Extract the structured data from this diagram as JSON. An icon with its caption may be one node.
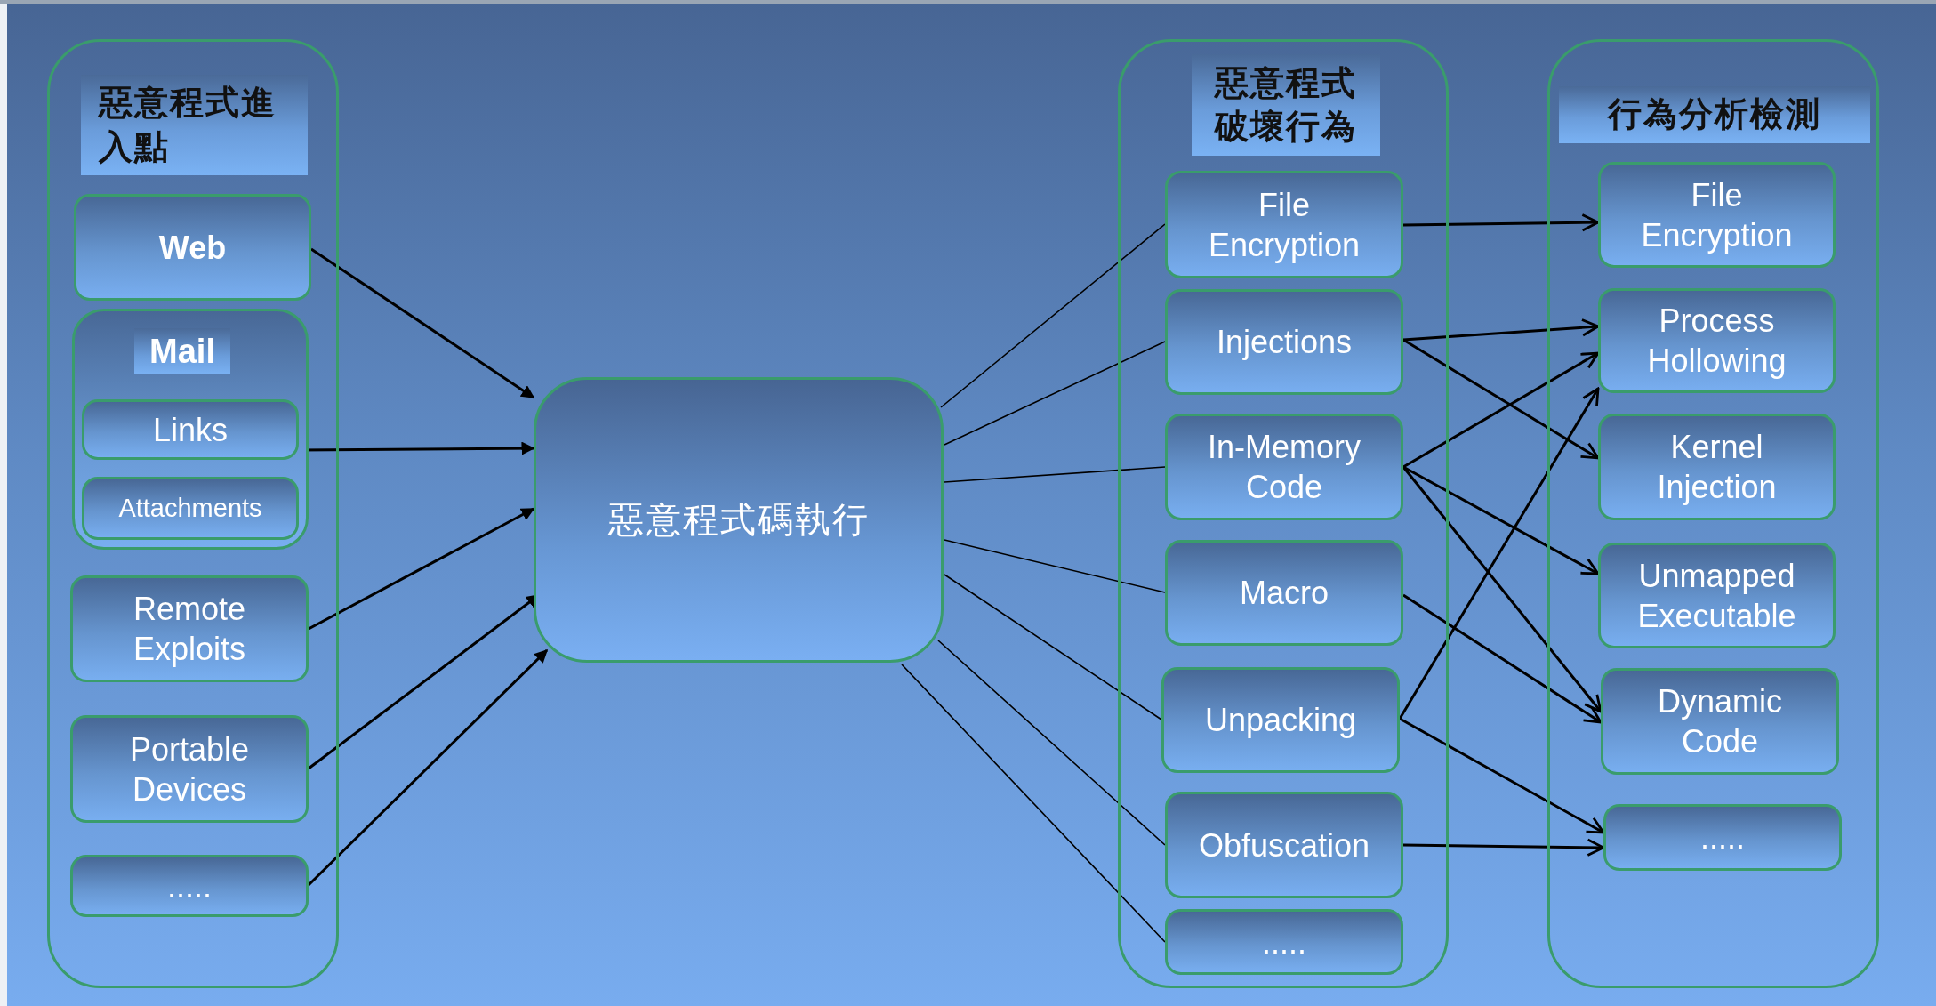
{
  "diagram": {
    "nodes": [
      {
        "text": [
          "惡意程式進入點"
        ]
      },
      {
        "text": [
          "Web"
        ],
        "in": 0
      },
      {
        "text": [
          "Mail"
        ],
        "in": 0
      },
      {
        "text": [
          "Links"
        ],
        "in": 2
      },
      {
        "text": [
          "Attachments"
        ],
        "in": 2
      },
      {
        "text": [
          "Remote Exploits"
        ],
        "in": 0
      },
      {
        "text": [
          "Portable Devices"
        ],
        "in": 0
      },
      {
        "text": [
          "....."
        ],
        "in": 0
      },
      {
        "text": [
          "惡意程式碼執行"
        ]
      },
      {
        "text": [
          "惡意程式破壞行為"
        ]
      },
      {
        "text": [
          "File Encryption"
        ],
        "in": 9
      },
      {
        "text": [
          "Injections"
        ],
        "in": 9
      },
      {
        "text": [
          "In-Memory Code"
        ],
        "in": 9
      },
      {
        "text": [
          "Macro"
        ],
        "in": 9
      },
      {
        "text": [
          "Unpacking"
        ],
        "in": 9
      },
      {
        "text": [
          "Obfuscation"
        ],
        "in": 9
      },
      {
        "text": [
          "....."
        ],
        "in": 9
      },
      {
        "text": [
          "行為分析檢測"
        ]
      },
      {
        "text": [
          "File Encryption"
        ],
        "in": 17
      },
      {
        "text": [
          "Process Hollowing"
        ],
        "in": 17
      },
      {
        "text": [
          "Kernel Injection"
        ],
        "in": 17
      },
      {
        "text": [
          "Unmapped Executable"
        ],
        "in": 17
      },
      {
        "text": [
          "Dynamic Code"
        ],
        "in": 17
      },
      {
        "text": [
          "....."
        ],
        "in": 17
      }
    ],
    "edges": [
      {
        "from": 1,
        "to": 8,
        "arrow": "to"
      },
      {
        "from": 3,
        "to": 8,
        "arrow": "to"
      },
      {
        "from": 5,
        "to": 8,
        "arrow": "to"
      },
      {
        "from": 6,
        "to": 8,
        "arrow": "to"
      },
      {
        "from": 7,
        "to": 8,
        "arrow": "to"
      },
      {
        "from": 8,
        "to": 10,
        "arrow": "none"
      },
      {
        "from": 8,
        "to": 11,
        "arrow": "none"
      },
      {
        "from": 8,
        "to": 12,
        "arrow": "none"
      },
      {
        "from": 8,
        "to": 13,
        "arrow": "none"
      },
      {
        "from": 8,
        "to": 14,
        "arrow": "none"
      },
      {
        "from": 8,
        "to": 15,
        "arrow": "none"
      },
      {
        "from": 8,
        "to": 16,
        "arrow": "none"
      },
      {
        "from": 10,
        "to": 18,
        "arrow": "to"
      },
      {
        "from": 11,
        "to": 19,
        "arrow": "to"
      },
      {
        "from": 11,
        "to": 20,
        "arrow": "to"
      },
      {
        "from": 12,
        "to": 19,
        "arrow": "to"
      },
      {
        "from": 12,
        "to": 21,
        "arrow": "to"
      },
      {
        "from": 12,
        "to": 22,
        "arrow": "to"
      },
      {
        "from": 13,
        "to": 22,
        "arrow": "to"
      },
      {
        "from": 14,
        "to": 19,
        "arrow": "to"
      },
      {
        "from": 14,
        "to": 23,
        "arrow": "to"
      },
      {
        "from": 15,
        "to": 23,
        "arrow": "to"
      }
    ]
  }
}
